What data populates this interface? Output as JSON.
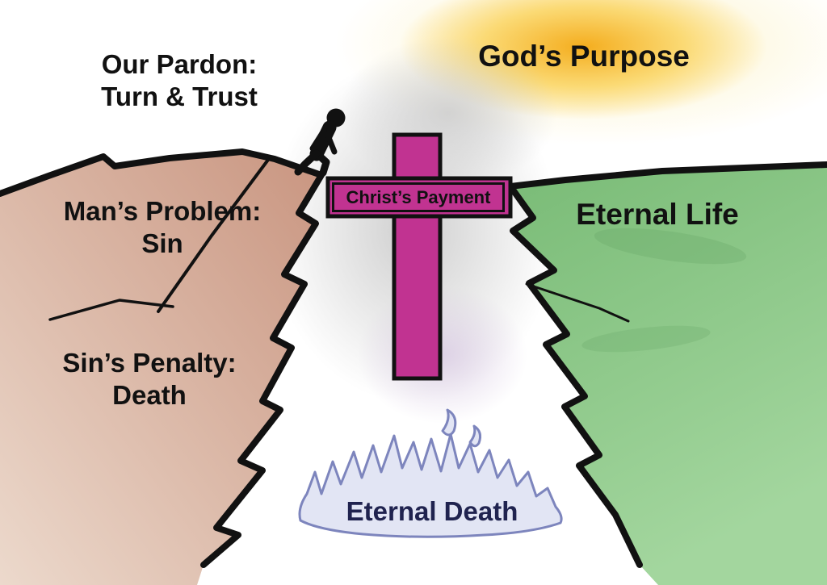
{
  "labels": {
    "our_pardon": {
      "line1": "Our Pardon:",
      "line2": "Turn & Trust"
    },
    "gods_purpose": "God’s Purpose",
    "mans_problem": {
      "line1": "Man’s Problem:",
      "line2": "Sin"
    },
    "eternal_life": "Eternal Life",
    "sins_penalty": {
      "line1": "Sin’s Penalty:",
      "line2": "Death"
    },
    "christs_payment": "Christ’s Payment",
    "eternal_death": "Eternal Death"
  },
  "colors": {
    "label_text": "#111111",
    "outline": "#111111",
    "left_cliff_dark": "#c99580",
    "left_cliff_light": "#ecd9cc",
    "right_cliff_dark": "#79bb76",
    "right_cliff_light": "#a3d69e",
    "cross": "#c13391",
    "glow_core": "#f4ad1e",
    "glow_mid": "#fbda75",
    "glow_halo": "#fdf2c4",
    "smoke": "#c9c9c9",
    "smoke_purple": "#d5c5e0",
    "flame_fill": "#e2e5f4",
    "flame_stroke": "#7d85bd",
    "eternal_death_text": "#20234f"
  }
}
